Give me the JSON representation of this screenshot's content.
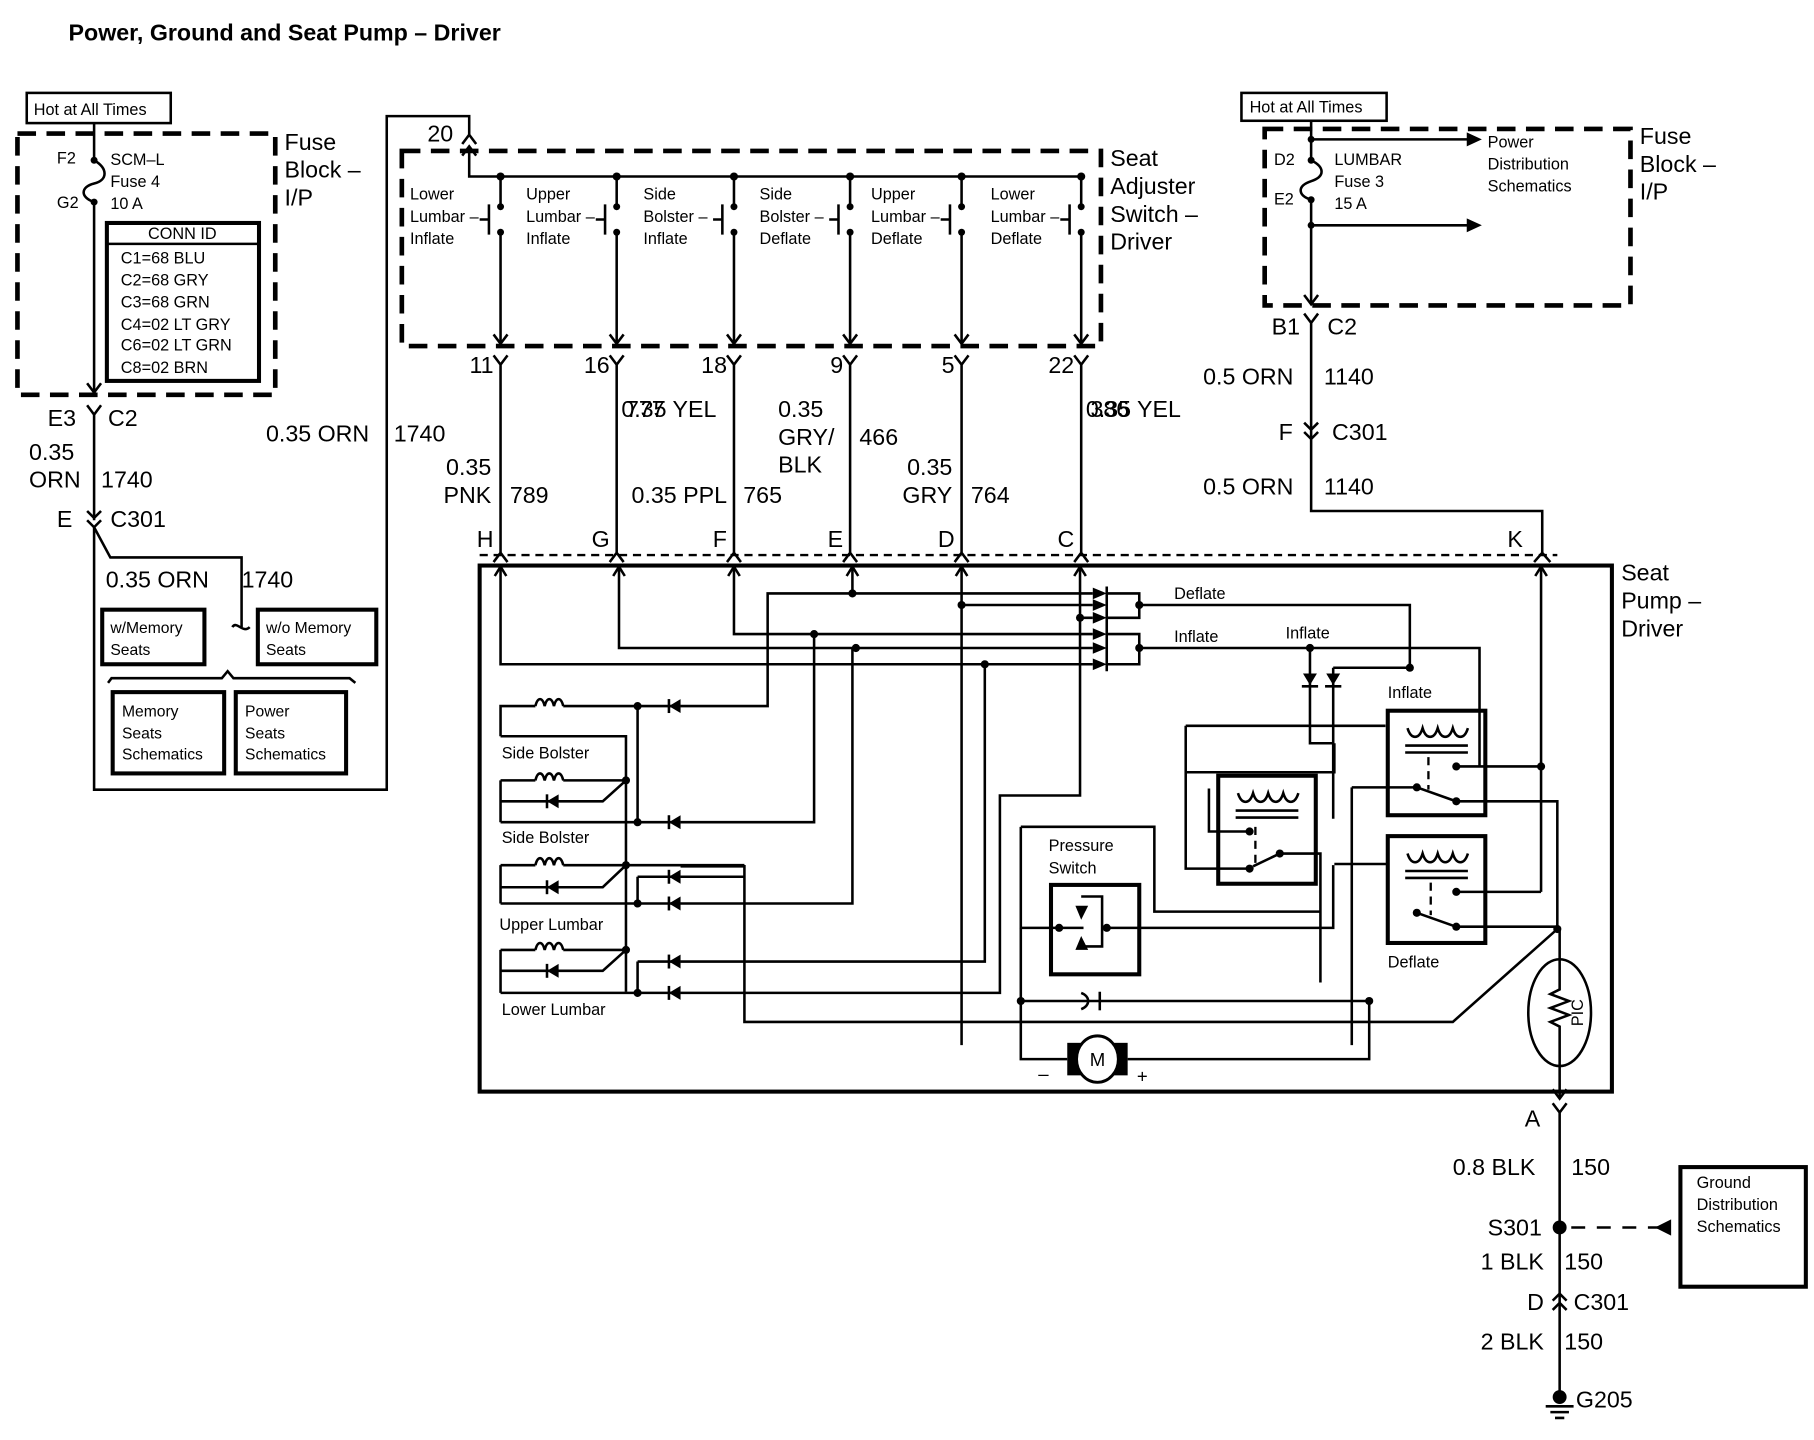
{
  "title": "Power, Ground and Seat Pump – Driver",
  "hot_labels": {
    "left": "Hot at All Times",
    "right": "Hot at All Times"
  },
  "fuse_block_left": {
    "name_lines": [
      "Fuse",
      "Block –",
      "I/P"
    ],
    "pin_in": "F2",
    "pin_out": "G2",
    "fuse_lines": [
      "SCM–L",
      "Fuse 4",
      "10 A"
    ],
    "conn_id_header": "CONN ID",
    "conn_ids": [
      "C1=68 BLU",
      "C2=68 GRY",
      "C3=68 GRN",
      "C4=02 LT GRY",
      "C6=02 LT GRN",
      "C8=02 BRN"
    ]
  },
  "left_circuit": {
    "conn1_pin": "E3",
    "conn1_name": "C2",
    "wire1_size": "0.35",
    "wire1_color": "ORN",
    "wire1_circuit": "1740",
    "conn2_pin": "E",
    "conn2_name": "C301",
    "wire2_label": "0.35 ORN",
    "wire2_circuit": "1740",
    "riser_label": "0.35 ORN",
    "riser_circuit": "1740",
    "option_with": [
      "w/Memory",
      "Seats"
    ],
    "option_without": [
      "w/o Memory",
      "Seats"
    ],
    "ref_memory": [
      "Memory",
      "Seats",
      "Schematics"
    ],
    "ref_power": [
      "Power",
      "Seats",
      "Schematics"
    ]
  },
  "seat_switch": {
    "name_lines": [
      "Seat",
      "Adjuster",
      "Switch –",
      "Driver"
    ],
    "input_pin": "20",
    "switches": [
      {
        "lines": [
          "Lower",
          "Lumbar –",
          "Inflate"
        ],
        "pin": "11"
      },
      {
        "lines": [
          "Upper",
          "Lumbar –",
          "Inflate"
        ],
        "pin": "16"
      },
      {
        "lines": [
          "Side",
          "Bolster –",
          "Inflate"
        ],
        "pin": "18"
      },
      {
        "lines": [
          "Side",
          "Bolster –",
          "Deflate"
        ],
        "pin": "9"
      },
      {
        "lines": [
          "Upper",
          "Lumbar –",
          "Deflate"
        ],
        "pin": "5"
      },
      {
        "lines": [
          "Lower",
          "Lumbar –",
          "Deflate"
        ],
        "pin": "22"
      }
    ]
  },
  "switch_wires": [
    {
      "size_color": [
        "0.35",
        "PNK"
      ],
      "circuit": "789",
      "pump_pin": "H"
    },
    {
      "size_color": [
        "0.35 YEL"
      ],
      "circuit": "777",
      "pump_pin": "G"
    },
    {
      "size_color": [
        "0.35 PPL"
      ],
      "circuit": "765",
      "pump_pin": "F"
    },
    {
      "size_color": [
        "0.35",
        "GRY/",
        "BLK"
      ],
      "circuit": "466",
      "pump_pin": "E"
    },
    {
      "size_color": [
        "0.35",
        "GRY"
      ],
      "circuit": "764",
      "pump_pin": "D"
    },
    {
      "size_color": [
        "0.35 YEL"
      ],
      "circuit": "386",
      "pump_pin": "C"
    }
  ],
  "fuse_block_right": {
    "name_lines": [
      "Fuse",
      "Block –",
      "I/P"
    ],
    "pin_in": "D2",
    "pin_out": "E2",
    "fuse_lines": [
      "LUMBAR",
      "Fuse 3",
      "15 A"
    ],
    "power_ref": [
      "Power",
      "Distribution",
      "Schematics"
    ],
    "conn_pin": "B1",
    "conn_name": "C2"
  },
  "right_circuit": {
    "wire1": "0.5 ORN",
    "wire1_circuit": "1140",
    "conn_pin": "F",
    "conn_name": "C301",
    "wire2": "0.5 ORN",
    "wire2_circuit": "1140",
    "pump_pin": "K"
  },
  "pump": {
    "name_lines": [
      "Seat",
      "Pump –",
      "Driver"
    ],
    "labels": {
      "deflate_bus": "Deflate",
      "inflate_bus": "Inflate",
      "inflate_diode": "Inflate",
      "inflate_relay": "Inflate",
      "deflate_relay": "Deflate",
      "pressure_switch": [
        "Pressure",
        "Switch"
      ],
      "valves": [
        "Side Bolster",
        "Side Bolster",
        "Upper Lumbar",
        "Lower Lumbar"
      ],
      "motor": "M",
      "motor_minus": "–",
      "motor_plus": "+",
      "pic": "PIC"
    },
    "ground_pin": "A"
  },
  "ground": {
    "wire1": "0.8 BLK",
    "wire1_circuit": "150",
    "splice": "S301",
    "wire2": "1 BLK",
    "wire2_circuit": "150",
    "conn_pin": "D",
    "conn_name": "C301",
    "wire3": "2 BLK",
    "wire3_circuit": "150",
    "ground_name": "G205",
    "ref": [
      "Ground",
      "Distribution",
      "Schematics"
    ]
  }
}
